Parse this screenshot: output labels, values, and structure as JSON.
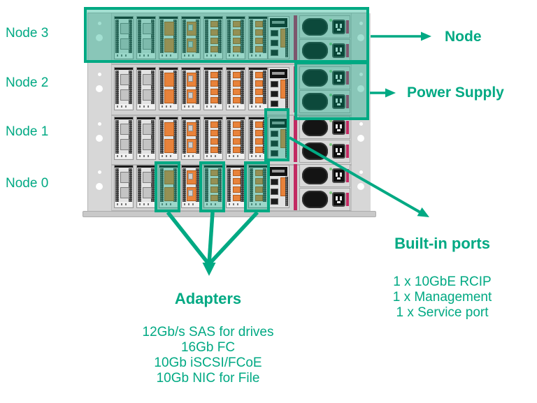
{
  "colors": {
    "accent": "#00A983",
    "overlay": "rgba(0,170,131,0.36)",
    "orange": "#E8823A",
    "magenta": "#C22A62"
  },
  "node_labels": [
    "Node 3",
    "Node 2",
    "Node 1",
    "Node 0"
  ],
  "callouts": {
    "node": {
      "label": "Node"
    },
    "power_supply": {
      "label": "Power Supply"
    },
    "builtin_ports": {
      "title": "Built-in ports",
      "items": [
        "1 x 10GbE RCIP",
        "1 x Management",
        "1 x Service port"
      ]
    },
    "adapters": {
      "title": "Adapters",
      "items": [
        "12Gb/s SAS for drives",
        "16Gb FC",
        "10Gb iSCSI/FCoE",
        "10Gb NIC for File"
      ]
    }
  },
  "chassis": {
    "rows": [
      {
        "label": "Node 3",
        "slots": [
          "sas",
          "sas",
          "fc",
          "fc_alt",
          "quad",
          "quad",
          "quad"
        ]
      },
      {
        "label": "Node 2",
        "slots": [
          "sas",
          "sas",
          "fc",
          "fc_alt",
          "quad",
          "quad",
          "quad"
        ]
      },
      {
        "label": "Node 1",
        "slots": [
          "sas",
          "sas",
          "fc",
          "fc_alt",
          "quad",
          "quad",
          "quad"
        ]
      },
      {
        "label": "Node 0",
        "slots": [
          "sas",
          "sas",
          "fc",
          "fc_alt",
          "quad",
          "quad",
          "quad"
        ]
      }
    ],
    "psus_per_node": 2
  }
}
